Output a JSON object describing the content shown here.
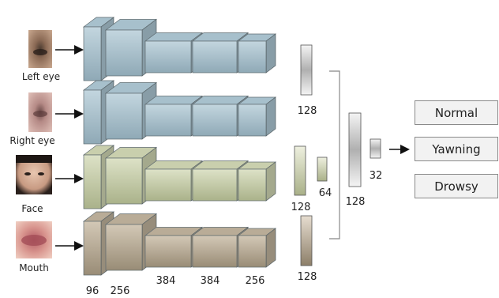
{
  "inputs": [
    {
      "label": "Left eye"
    },
    {
      "label": "Right eye"
    },
    {
      "label": "Face"
    },
    {
      "label": "Mouth"
    }
  ],
  "layer_sizes": [
    "96",
    "256",
    "384",
    "384",
    "256"
  ],
  "branch_outputs": [
    "128",
    "128",
    "64",
    "128"
  ],
  "fusion": {
    "fc1": "128",
    "fc2": "32"
  },
  "outputs": [
    {
      "label": "Normal"
    },
    {
      "label": "Yawning"
    },
    {
      "label": "Drowsy"
    }
  ],
  "colors": {
    "row_blue": "#a7c0cc",
    "row_green": "#c9cfad",
    "row_brown": "#b9ac97",
    "box_border": "#8a8a8a",
    "box_fill": "#f2f2f2"
  }
}
